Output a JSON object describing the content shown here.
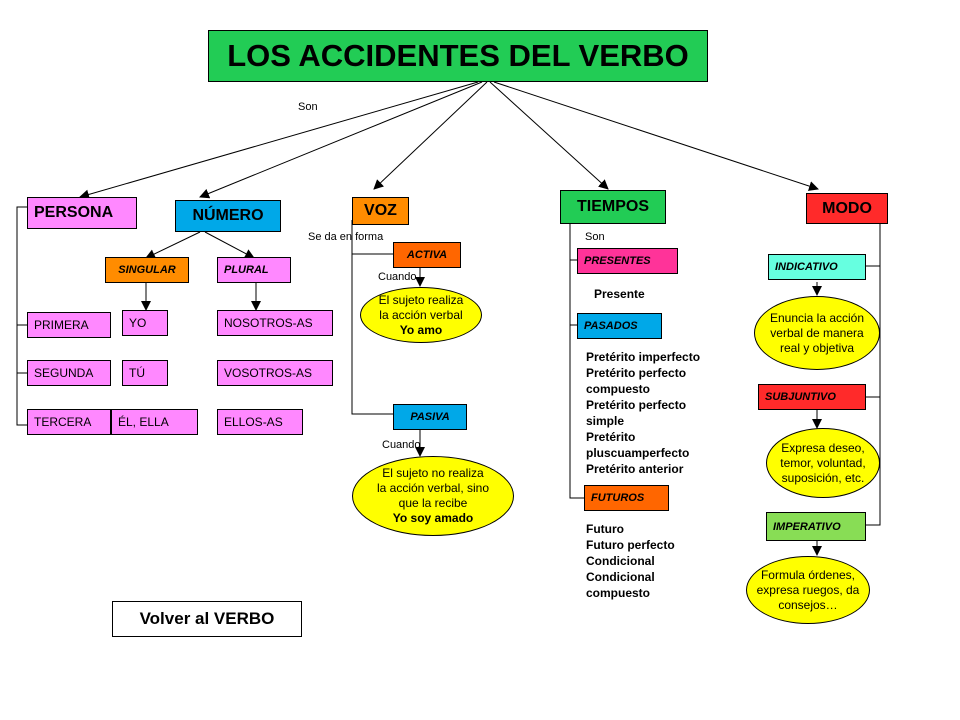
{
  "title": "LOS ACCIDENTES DEL VERBO",
  "labels": {
    "son_main": "Son",
    "se_da_en_forma": "Se da en forma",
    "cuando_activa": "Cuando",
    "cuando_pasiva": "Cuando",
    "son_tiempos": "Son"
  },
  "persona": {
    "label": "PERSONA",
    "items": [
      "PRIMERA",
      "SEGUNDA",
      "TERCERA"
    ]
  },
  "numero": {
    "label": "NÚMERO",
    "singular": {
      "label": "SINGULAR",
      "items": [
        "YO",
        "TÚ",
        "ÉL, ELLA"
      ]
    },
    "plural": {
      "label": "PLURAL",
      "items": [
        "NOSOTROS-AS",
        "VOSOTROS-AS",
        "ELLOS-AS"
      ]
    }
  },
  "voz": {
    "label": "VOZ",
    "activa": {
      "label": "ACTIVA",
      "lines": [
        "El sujeto realiza",
        "la acción verbal"
      ],
      "example": "Yo amo"
    },
    "pasiva": {
      "label": "PASIVA",
      "lines": [
        "El sujeto no realiza",
        "la acción verbal, sino",
        "que la recibe"
      ],
      "example": "Yo soy amado"
    }
  },
  "tiempos": {
    "label": "TIEMPOS",
    "presentes": {
      "label": "PRESENTES",
      "items": [
        "Presente"
      ]
    },
    "pasados": {
      "label": "PASADOS",
      "items": [
        "Pretérito imperfecto",
        "Pretérito perfecto",
        "compuesto",
        "Pretérito perfecto",
        "simple",
        "Pretérito",
        "pluscuamperfecto",
        "Pretérito anterior"
      ]
    },
    "futuros": {
      "label": "FUTUROS",
      "items": [
        "Futuro",
        "Futuro perfecto",
        "Condicional",
        "Condicional",
        "compuesto"
      ]
    }
  },
  "modo": {
    "label": "MODO",
    "indicativo": {
      "label": "INDICATIVO",
      "lines": [
        "Enuncia la acción",
        "verbal de manera",
        "real y objetiva"
      ]
    },
    "subjuntivo": {
      "label": "SUBJUNTIVO",
      "lines": [
        "Expresa deseo,",
        "temor, voluntad,",
        "suposición, etc."
      ]
    },
    "imperativo": {
      "label": "IMPERATIVO",
      "lines": [
        "Formula órdenes,",
        "expresa ruegos, da",
        "consejos…"
      ]
    }
  },
  "back_button": "Volver al VERBO"
}
